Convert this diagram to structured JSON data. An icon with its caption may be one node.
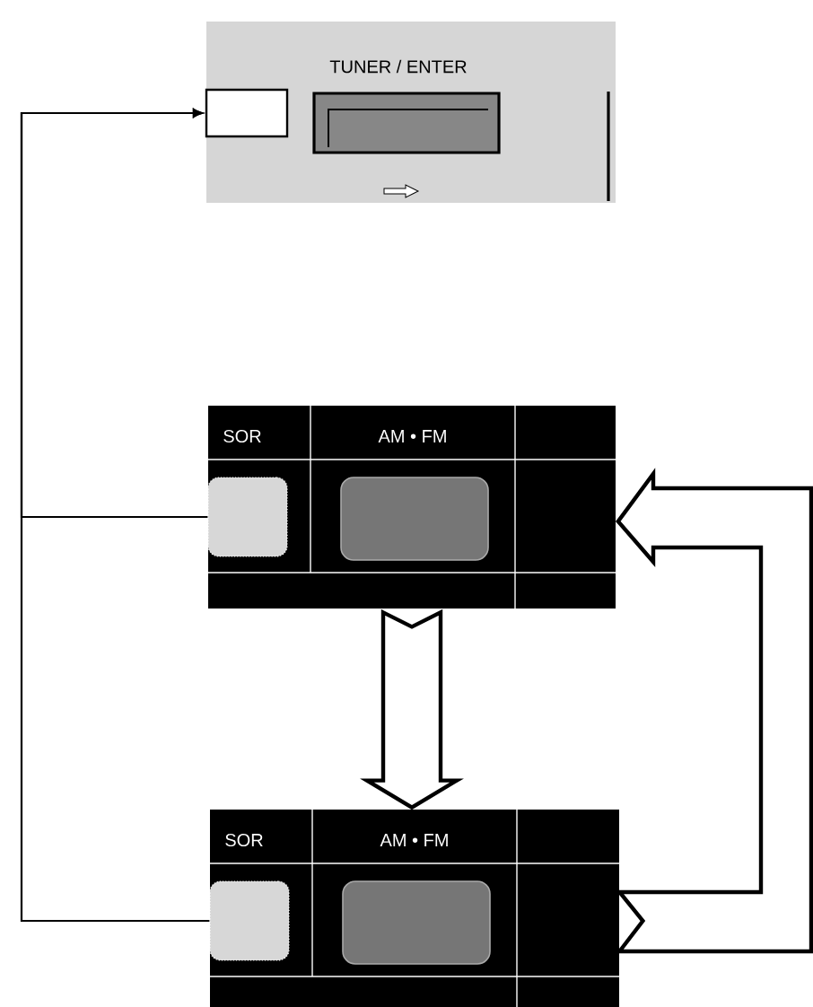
{
  "diagram": {
    "nodes": [
      {
        "text": [],
        "shape": "box"
      },
      {
        "text": [],
        "shape": "box",
        "in": 0
      },
      {
        "text": [
          "TUNER / ENTER"
        ],
        "in": 0
      },
      {
        "text": [],
        "shape": "box"
      },
      {
        "text": [
          "SOR"
        ],
        "in": 3
      },
      {
        "text": [
          "AM • FM"
        ],
        "in": 3
      },
      {
        "text": [],
        "shape": "box"
      },
      {
        "text": [
          "SOR"
        ],
        "in": 6
      },
      {
        "text": [
          "AM • FM"
        ],
        "in": 6
      }
    ],
    "edges": [
      {
        "from": 4,
        "to": 1,
        "arrow": "to"
      },
      {
        "from": 7,
        "to": 1,
        "arrow": "to"
      },
      {
        "from": 3,
        "to": 6,
        "arrow": "to",
        "style": "thick"
      },
      {
        "from": 6,
        "to": 3,
        "arrow": "to",
        "style": "thick"
      }
    ]
  }
}
